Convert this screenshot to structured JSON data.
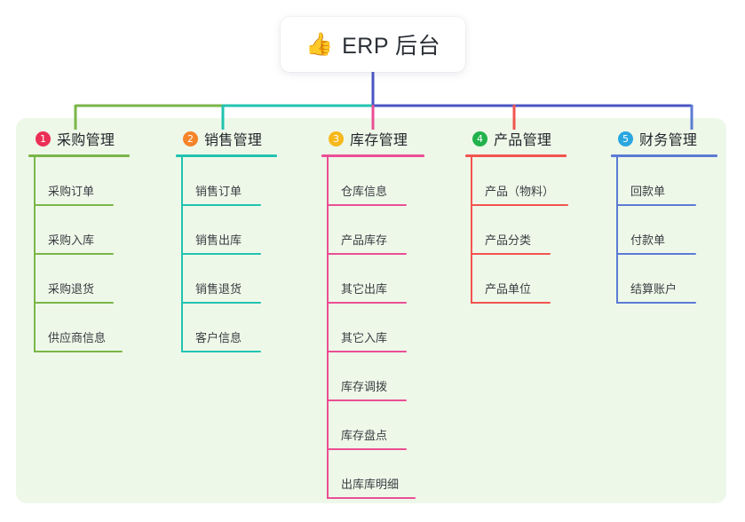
{
  "diagram": {
    "type": "mind-map",
    "root": {
      "icon": "thumbs-up-icon",
      "emoji": "👍",
      "title": "ERP 后台"
    },
    "canvas_bg": "#eef8e9",
    "branches": [
      {
        "number": "1",
        "badge_char": "❶",
        "title": "采购管理",
        "badge_color": "#ec2f55",
        "line_color": "#7ab648",
        "items": [
          {
            "label": "采购订单"
          },
          {
            "label": "采购入库"
          },
          {
            "label": "采购退货"
          },
          {
            "label": "供应商信息"
          }
        ]
      },
      {
        "number": "2",
        "badge_char": "❷",
        "title": "销售管理",
        "badge_color": "#f5842b",
        "line_color": "#22c3b0",
        "items": [
          {
            "label": "销售订单"
          },
          {
            "label": "销售出库"
          },
          {
            "label": "销售退货"
          },
          {
            "label": "客户信息"
          }
        ]
      },
      {
        "number": "3",
        "badge_char": "❸",
        "title": "库存管理",
        "badge_color": "#f6b81c",
        "line_color": "#ea4f95",
        "items": [
          {
            "label": "仓库信息"
          },
          {
            "label": "产品库存"
          },
          {
            "label": "其它出库"
          },
          {
            "label": "其它入库"
          },
          {
            "label": "库存调拨"
          },
          {
            "label": "库存盘点"
          },
          {
            "label": "出库库明细"
          }
        ]
      },
      {
        "number": "4",
        "badge_char": "❹",
        "title": "产品管理",
        "badge_color": "#21b24b",
        "line_color": "#f2544f",
        "items": [
          {
            "label": "产品（物料）"
          },
          {
            "label": "产品分类"
          },
          {
            "label": "产品单位"
          }
        ]
      },
      {
        "number": "5",
        "badge_char": "❺",
        "title": "财务管理",
        "badge_color": "#2aa6e0",
        "line_color": "#5b7bd4",
        "items": [
          {
            "label": "回款单"
          },
          {
            "label": "付款单"
          },
          {
            "label": "结算账户"
          }
        ]
      }
    ],
    "trunk": {
      "color": "#4a54c4",
      "bus_segments": [
        {
          "color": "#7ab648",
          "from": "branch-1",
          "to": "branch-2"
        },
        {
          "color": "#22c3b0",
          "from": "branch-2",
          "to": "branch-3"
        },
        {
          "color": "#4a54c4",
          "from": "branch-3",
          "to": "branch-5"
        }
      ]
    }
  }
}
